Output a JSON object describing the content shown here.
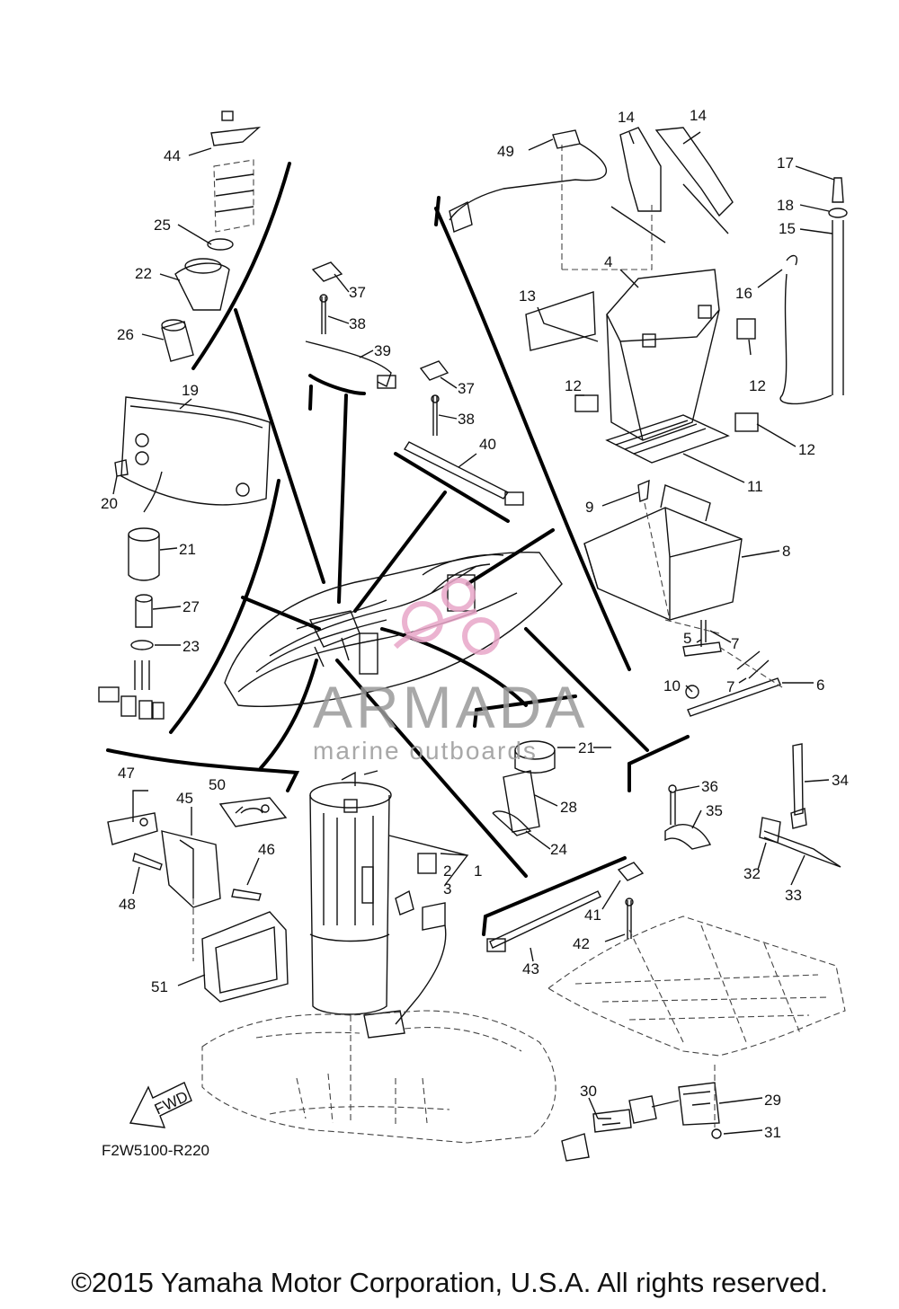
{
  "callouts": [
    "1",
    "2",
    "3",
    "4",
    "5",
    "6",
    "7",
    "7",
    "8",
    "9",
    "10",
    "11",
    "12",
    "12",
    "12",
    "13",
    "14",
    "14",
    "15",
    "16",
    "17",
    "18",
    "19",
    "20",
    "21",
    "21",
    "22",
    "23",
    "24",
    "25",
    "26",
    "27",
    "28",
    "29",
    "30",
    "31",
    "32",
    "33",
    "34",
    "35",
    "36",
    "37",
    "37",
    "38",
    "38",
    "39",
    "40",
    "41",
    "42",
    "43",
    "44",
    "45",
    "46",
    "47",
    "48",
    "49",
    "50",
    "51"
  ],
  "drawing_code": "F2W5100-R220",
  "fwd_label": "FWD",
  "copyright": "©2015 Yamaha Motor Corporation, U.S.A. All rights reserved.",
  "watermark": {
    "brand": "ARMADA",
    "tagline": "marine outboards",
    "brand_color": "#9a9a9a",
    "logo_color": "#e8a6c8"
  }
}
